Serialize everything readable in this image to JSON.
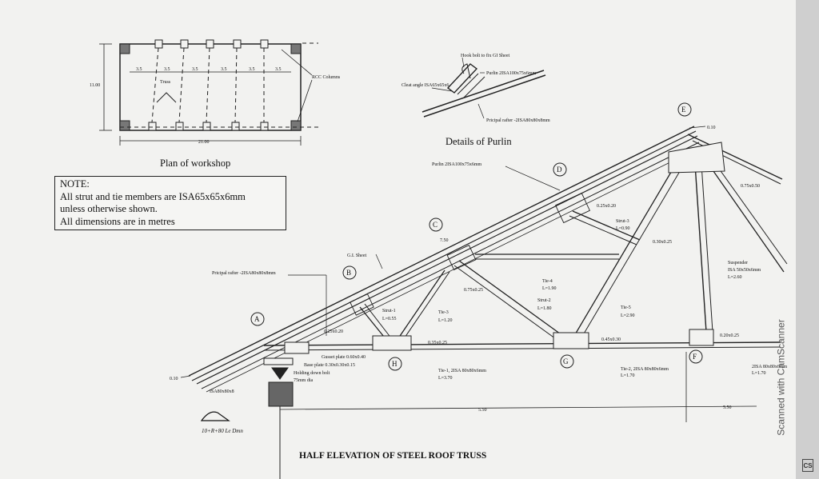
{
  "plan": {
    "title": "Plan of workshop",
    "width": "21.00",
    "height": "11.00",
    "spacing": [
      "3.5",
      "3.5",
      "3.5",
      "3.5",
      "3.5",
      "3.5"
    ],
    "truss_label": "Truss",
    "columns_label": "RCC Columns"
  },
  "note": {
    "heading": "NOTE:",
    "line1": "All strut and tie members are ISA65x65x6mm",
    "line2": "unless otherwise shown.",
    "line3": "All dimensions are in metres"
  },
  "purlin": {
    "title": "Details of Purlin",
    "hook_bolt": "Hook bolt to fix GI Sheet",
    "purlin": "Purlin 2ISA100x75x6mm",
    "cleat": "Cleat angle ISA65x65x6",
    "rafter": "Pricipal rafter -2ISA80x80x8mm"
  },
  "truss": {
    "title": "HALF ELEVATION OF STEEL ROOF TRUSS",
    "nodes": [
      "A",
      "B",
      "C",
      "D",
      "E",
      "F",
      "G",
      "H"
    ],
    "labels": {
      "purlin": "Purlin 2ISA100x75x6mm",
      "gi_sheet": "G.I. Sheet",
      "rafter": "Pricipal rafter -2ISA80x80x8mm",
      "rafter_len": "7.50",
      "top_gap": "0.10",
      "left_gap": "0.10",
      "isa_end": "ISA80x80x8",
      "gusset": "Gusset plate 0.60x0.40",
      "base_plate": "Base plate 0.30x0.30x0.15",
      "bolt1": "Holding down bolt",
      "bolt2": "75mm dia",
      "g_025_020": "0.25x0.20",
      "g_035_025": "0.35x0.25",
      "g_075_025": "0.75x0.25",
      "g_025_020b": "0.25x0.20",
      "g_030_025": "0.30x0.25",
      "g_075_050": "0.75x0.50",
      "g_045_030": "0.45x0.30",
      "g_020_025": "0.20x0.25",
      "strut1": "Strut-1",
      "strut1_len": "L=0.55",
      "tie3": "Tie-3",
      "tie3_len": "L=1.20",
      "tie4": "Tie-4",
      "tie4_len": "L=1.90",
      "strut2": "Strut-2",
      "strut2_len": "L=1.80",
      "strut3": "Strut-3",
      "strut3_len": "L=0.90",
      "tie5": "Tie-5",
      "tie5_len": "L=2.90",
      "suspender1": "Suspender",
      "suspender2": "ISA 50x50x6mm",
      "suspender3": "L=2.60",
      "tie1": "Tie-1, 2ISA 80x80x6mm",
      "tie1_len": "L=3.70",
      "tie2": "Tie-2, 2ISA 80x80x6mm",
      "tie2_len": "L=1.70",
      "tie_right": "2ISA 80x80x6mm",
      "tie_right_len": "L=1.70",
      "span_left": "5.50",
      "span_right": "5.50"
    }
  },
  "handwriting": "10+R+80 Le Dmn",
  "watermark": "Scanned with CamScanner",
  "badge": "CS"
}
